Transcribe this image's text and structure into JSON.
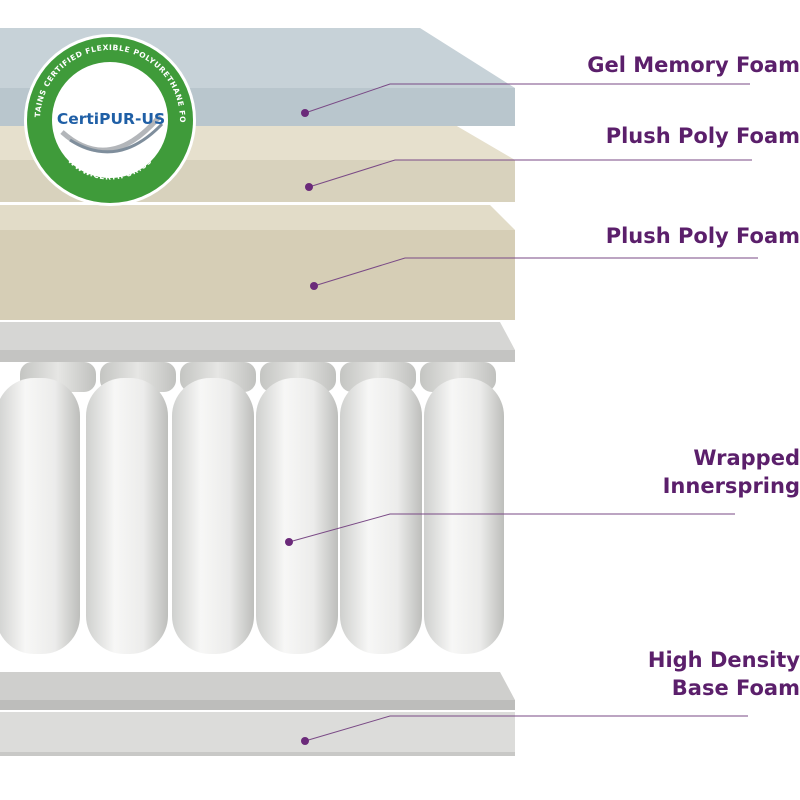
{
  "badge": {
    "brand": "CertiPUR-US",
    "ring_text_top": "CONTAINS CERTIFIED FLEXIBLE POLYURETHANE FOAM",
    "ring_text_bottom": "WWW.CERTIPUR.US",
    "brand_color": "#1f5fa6",
    "ring_color": "#3f9b3a"
  },
  "layers": [
    {
      "label": "Gel Memory Foam",
      "color": "#b9c6cd"
    },
    {
      "label": "Plush Poly Foam",
      "color": "#d8d2bd"
    },
    {
      "label": "Plush Poly Foam",
      "color": "#d6ceb6"
    },
    {
      "label_lines": [
        "Wrapped",
        "Innerspring"
      ],
      "color": "#eeeeec"
    },
    {
      "label_lines": [
        "High Density",
        "Base Foam"
      ],
      "color": "#dcdcda"
    }
  ],
  "accent_color": "#5b1f6b"
}
